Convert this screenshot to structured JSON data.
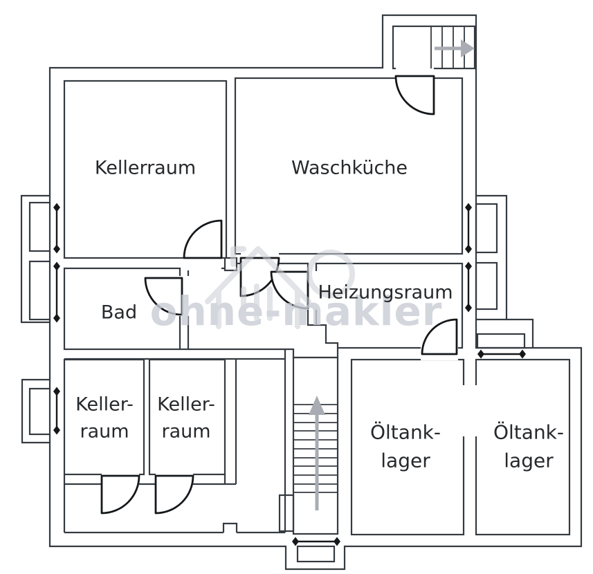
{
  "floorplan": {
    "labels": {
      "kellerraum": "Kellerraum",
      "waschkueche": "Waschküche",
      "bad": "Bad",
      "heizungsraum": "Heizungsraum",
      "keller_left_line1": "Keller-",
      "keller_left_line2": "raum",
      "keller_right_line1": "Keller-",
      "keller_right_line2": "raum",
      "oeltank_left_line1": "Öltank-",
      "oeltank_left_line2": "lager",
      "oeltank_right_line1": "Öltank-",
      "oeltank_right_line2": "lager"
    },
    "watermark": {
      "text": "ohne-makler"
    },
    "icons": {
      "stairs_up_arrow": "↑",
      "stairs_right_arrow": "→",
      "watermark_house": "⌂"
    },
    "colors": {
      "wall": "#343a40",
      "door": "#15181b",
      "arrow": "#a9adb3",
      "watermark": "#c9ccd4",
      "label": "#26282b",
      "background": "#ffffff"
    }
  }
}
